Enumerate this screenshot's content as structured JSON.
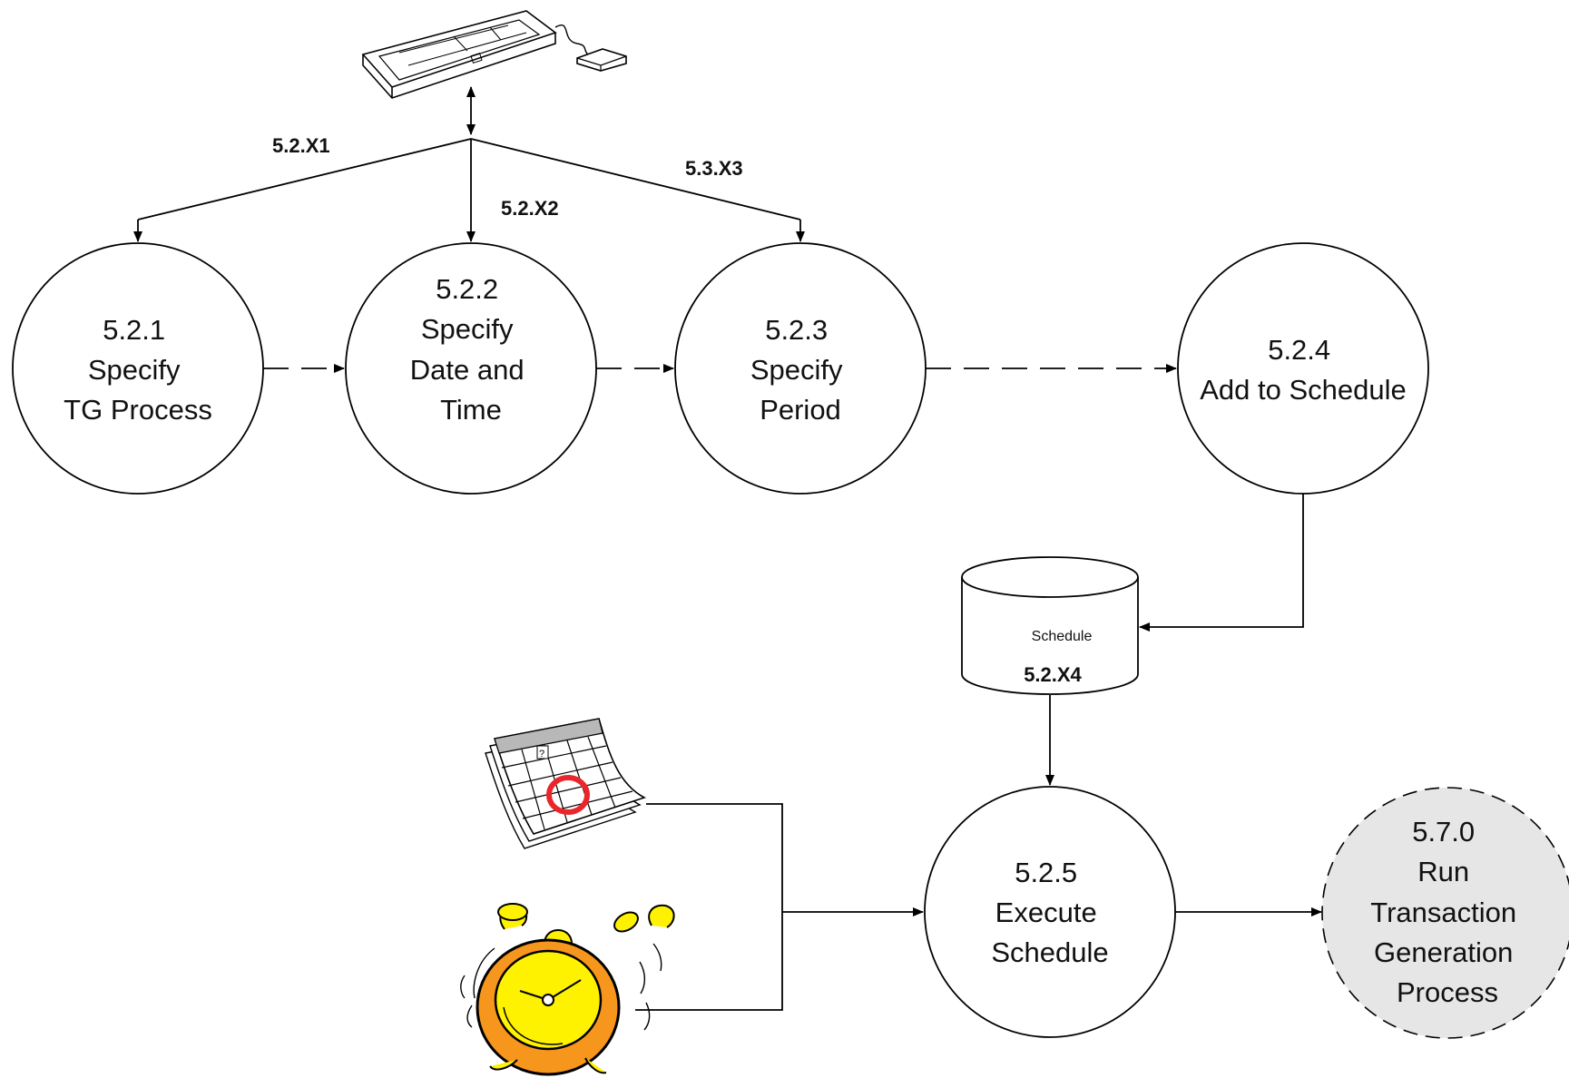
{
  "processes": [
    {
      "id": "5.2.1",
      "lines": [
        "5.2.1",
        "Specify",
        "TG Process"
      ]
    },
    {
      "id": "5.2.2",
      "lines": [
        "5.2.2",
        "Specify",
        "Date and",
        "Time"
      ]
    },
    {
      "id": "5.2.3",
      "lines": [
        "5.2.3",
        "Specify",
        "Period"
      ]
    },
    {
      "id": "5.2.4",
      "lines": [
        "5.2.4",
        "Add to Schedule"
      ]
    },
    {
      "id": "5.2.5",
      "lines": [
        "5.2.5",
        "Execute",
        "Schedule"
      ]
    },
    {
      "id": "5.7.0",
      "lines": [
        "5.7.0",
        "Run",
        "Transaction",
        "Generation",
        "Process"
      ],
      "external": true
    }
  ],
  "flows": {
    "x1": "5.2.X1",
    "x2": "5.2.X2",
    "x3": "5.3.X3",
    "x4": "5.2.X4"
  },
  "datastore": {
    "name": "Schedule",
    "flow": "5.2.X4"
  },
  "icons": [
    "keyboard-mouse-icon",
    "calendar-icon",
    "alarm-clock-icon"
  ],
  "colors": {
    "external_fill": "#e6e6e6",
    "clock_orange": "#f7961d",
    "clock_yellow": "#fff200",
    "calendar_circle": "#e8262b"
  }
}
